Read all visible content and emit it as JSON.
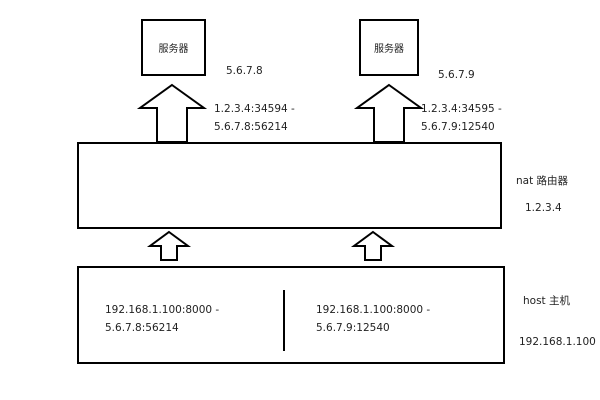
{
  "servers": [
    {
      "label": "服务器",
      "ip": "5.6.7.8",
      "mapping_line1": "1.2.3.4:34594 -",
      "mapping_line2": "5.6.7.8:56214"
    },
    {
      "label": "服务器",
      "ip": "5.6.7.9",
      "mapping_line1": "1.2.3.4:34595 -",
      "mapping_line2": "5.6.7.9:12540"
    }
  ],
  "nat": {
    "label": "nat 路由器",
    "ip": "1.2.3.4"
  },
  "host": {
    "label": "host 主机",
    "ip": "192.168.1.100",
    "connections": [
      {
        "line1": "192.168.1.100:8000 -",
        "line2": "5.6.7.8:56214"
      },
      {
        "line1": "192.168.1.100:8000 -",
        "line2": "5.6.7.9:12540"
      }
    ]
  }
}
